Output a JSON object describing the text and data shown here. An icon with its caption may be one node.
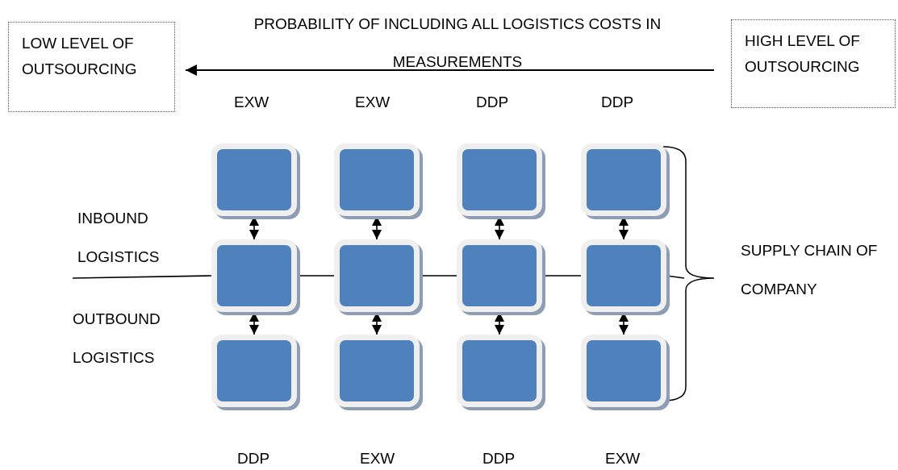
{
  "diagram": {
    "nodes": [
      {
        "text": [
          "LOW LEVEL OF OUTSOURCING"
        ]
      },
      {
        "text": [
          "HIGH LEVEL OF OUTSOURCING"
        ]
      },
      {
        "text": [],
        "shape": "box"
      },
      {
        "text": [],
        "shape": "box"
      },
      {
        "text": [],
        "shape": "box"
      },
      {
        "text": [],
        "shape": "box"
      },
      {
        "text": [],
        "shape": "box"
      },
      {
        "text": [],
        "shape": "box"
      },
      {
        "text": [],
        "shape": "box"
      },
      {
        "text": [],
        "shape": "box"
      },
      {
        "text": [],
        "shape": "box"
      },
      {
        "text": [],
        "shape": "box"
      },
      {
        "text": [],
        "shape": "box"
      },
      {
        "text": [],
        "shape": "box"
      }
    ],
    "edges": [
      {
        "from": 1,
        "to": 0,
        "arrow": "to"
      },
      {
        "from": 2,
        "to": 6,
        "arrow": "both"
      },
      {
        "from": 3,
        "to": 7,
        "arrow": "both"
      },
      {
        "from": 4,
        "to": 8,
        "arrow": "both"
      },
      {
        "from": 5,
        "to": 9,
        "arrow": "both"
      },
      {
        "from": 6,
        "to": 10,
        "arrow": "both"
      },
      {
        "from": 7,
        "to": 11,
        "arrow": "both"
      },
      {
        "from": 8,
        "to": 12,
        "arrow": "both"
      },
      {
        "from": 9,
        "to": 13,
        "arrow": "both"
      },
      {
        "from": null,
        "to": 6,
        "arrow": "none"
      },
      {
        "from": 6,
        "to": 7,
        "arrow": "none"
      },
      {
        "from": 7,
        "to": 8,
        "arrow": "none"
      },
      {
        "from": 8,
        "to": 9,
        "arrow": "none"
      },
      {
        "from": 9,
        "to": null,
        "arrow": "none"
      }
    ],
    "labels": [
      "PROBABILITY OF INCLUDING ALL LOGISTICS COSTS IN MEASUREMENTS",
      "EXW",
      "EXW",
      "DDP",
      "DDP",
      "INBOUND LOGISTICS",
      "OUTBOUND LOGISTICS",
      "SUPPLY CHAIN OF COMPANY",
      "DDP",
      "EXW",
      "DDP",
      "EXW"
    ]
  }
}
